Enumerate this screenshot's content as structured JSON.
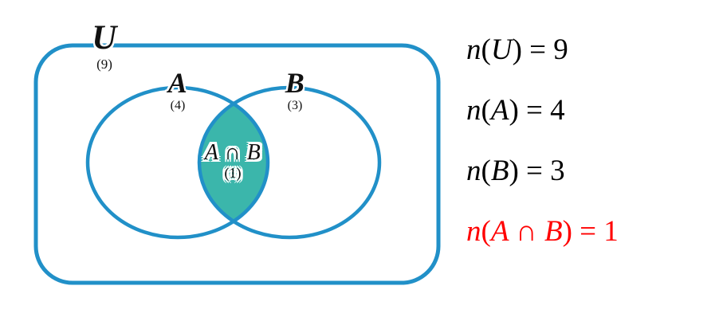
{
  "diagram": {
    "type": "venn-two-set",
    "universal_set": {
      "symbol": "U",
      "count_label": "(9)",
      "count": 9
    },
    "set_a": {
      "symbol": "A",
      "count_label": "(4)",
      "count": 4
    },
    "set_b": {
      "symbol": "B",
      "count_label": "(3)",
      "count": 3
    },
    "intersection": {
      "symbol": "A ∩ B",
      "count_label": "(1)",
      "count": 1
    },
    "colors": {
      "outline": "#2190c8",
      "intersection_fill": "#3bb6ab",
      "text": "#111111",
      "highlight": "#ff0000",
      "background": "#ffffff"
    }
  },
  "equations": [
    {
      "id": "n-of-u",
      "func": "n",
      "open": "(",
      "arg": "U",
      "close": ")",
      "equals": "=",
      "value": "9",
      "color": "black",
      "full_text": "n(U) = 9"
    },
    {
      "id": "n-of-a",
      "func": "n",
      "open": "(",
      "arg": "A",
      "close": ")",
      "equals": "=",
      "value": "4",
      "color": "black",
      "full_text": "n(A) = 4"
    },
    {
      "id": "n-of-b",
      "func": "n",
      "open": "(",
      "arg": "B",
      "close": ")",
      "equals": "=",
      "value": "3",
      "color": "black",
      "full_text": "n(B) = 3"
    },
    {
      "id": "n-of-a-intersect-b",
      "func": "n",
      "open": "(",
      "arg": "A ∩ B",
      "close": ")",
      "equals": "=",
      "value": "1",
      "color": "red",
      "full_text": "n(A ∩ B) = 1"
    }
  ]
}
